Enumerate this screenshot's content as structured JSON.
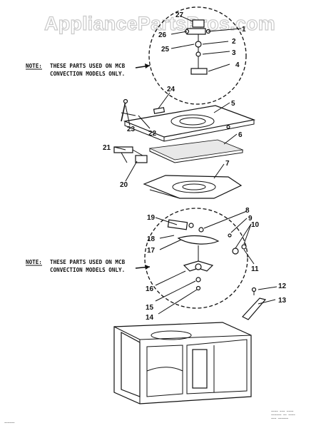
{
  "watermark": "AppliancePartsPros.com",
  "notes": {
    "upper": {
      "label": "NOTE:",
      "line1": "THESE PARTS USED ON MCB",
      "line2": "CONVECTION MODELS ONLY."
    },
    "lower": {
      "label": "NOTE:",
      "line1": "THESE PARTS USED ON MCB",
      "line2": "CONVECTION MODELS ONLY."
    }
  },
  "callouts": [
    "1",
    "2",
    "3",
    "4",
    "5",
    "6",
    "7",
    "8",
    "9",
    "10",
    "11",
    "12",
    "13",
    "14",
    "15",
    "16",
    "17",
    "18",
    "19",
    "20",
    "21",
    "22",
    "23",
    "24",
    "25",
    "26",
    "27"
  ],
  "fine_print": [
    "~~~~ ~~~ ~~~~",
    "~~~~~~ ~~ ~~~~",
    "~~~ ~~~~~~"
  ],
  "corner_code": "~~~~~~"
}
